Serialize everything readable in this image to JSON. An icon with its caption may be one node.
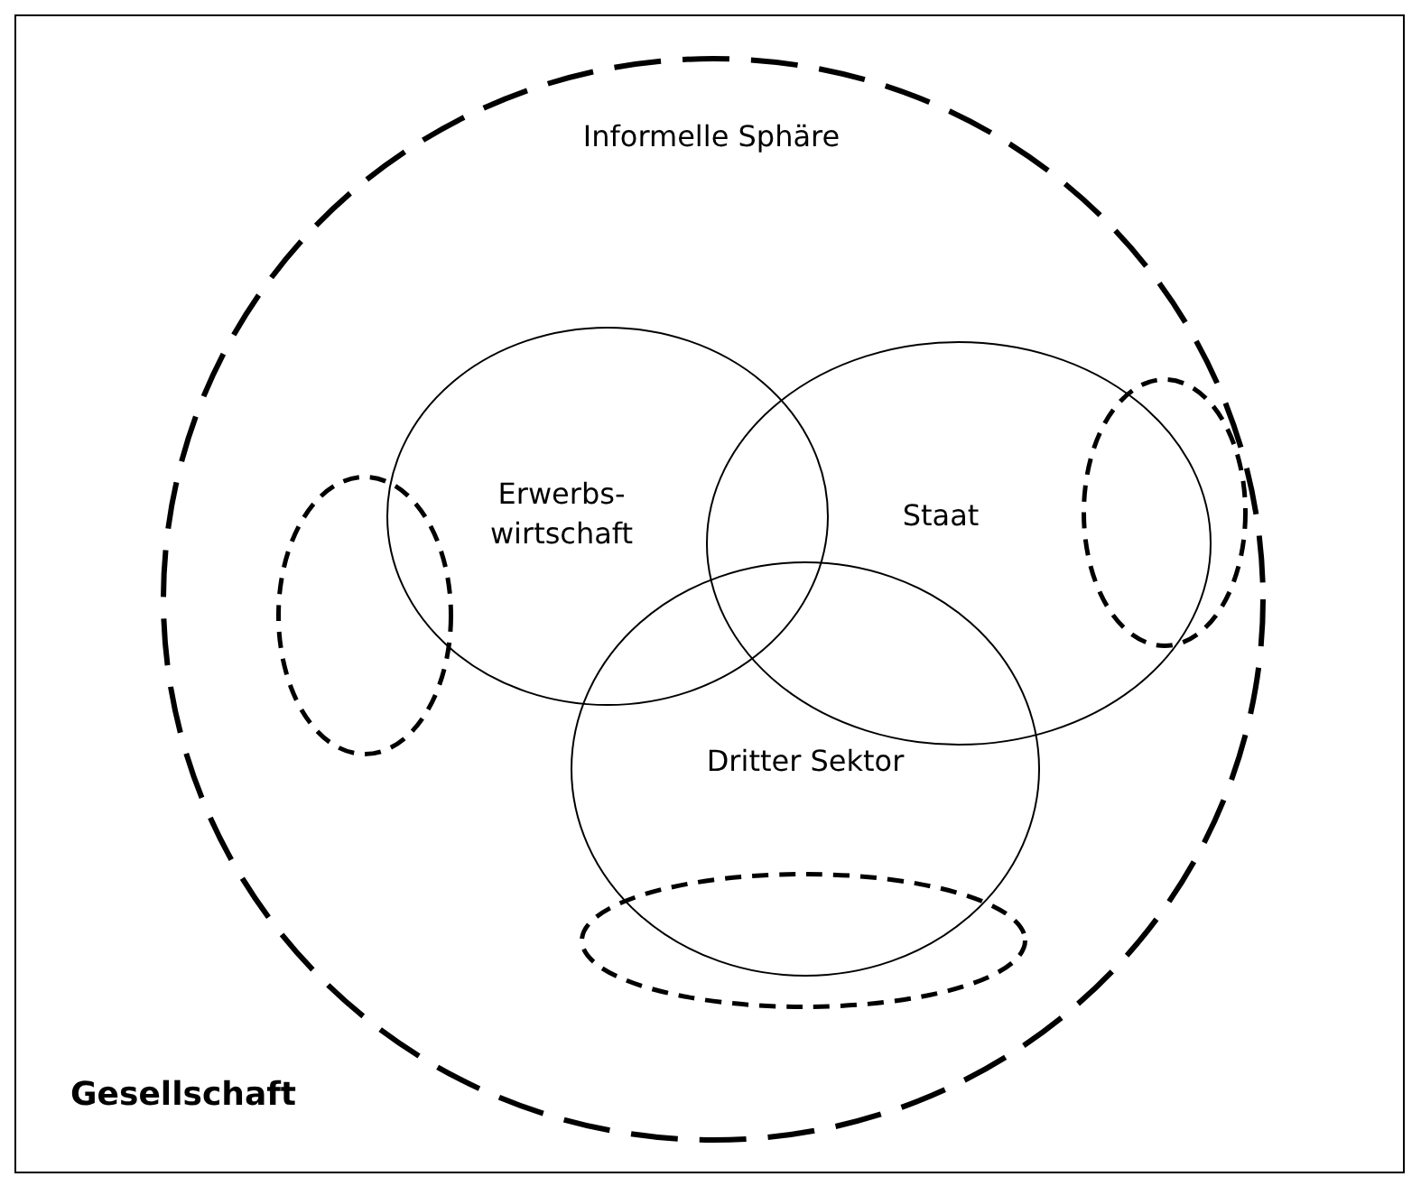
{
  "diagram": {
    "nodes": [
      {
        "text": [
          "Gesellschaft"
        ]
      },
      {
        "text": [
          "Informelle Sphäre"
        ],
        "in": 0
      },
      {
        "text": [
          "Erwerbs- wirtschaft"
        ],
        "in": 1
      },
      {
        "text": [
          "Staat"
        ],
        "in": 1
      },
      {
        "text": [
          "Dritter Sektor"
        ],
        "in": 1
      },
      {
        "text": [],
        "shape": "ellipse",
        "in": 1
      },
      {
        "text": [],
        "shape": "ellipse",
        "in": 1
      },
      {
        "text": [],
        "shape": "ellipse",
        "in": 1
      }
    ],
    "edges": []
  }
}
